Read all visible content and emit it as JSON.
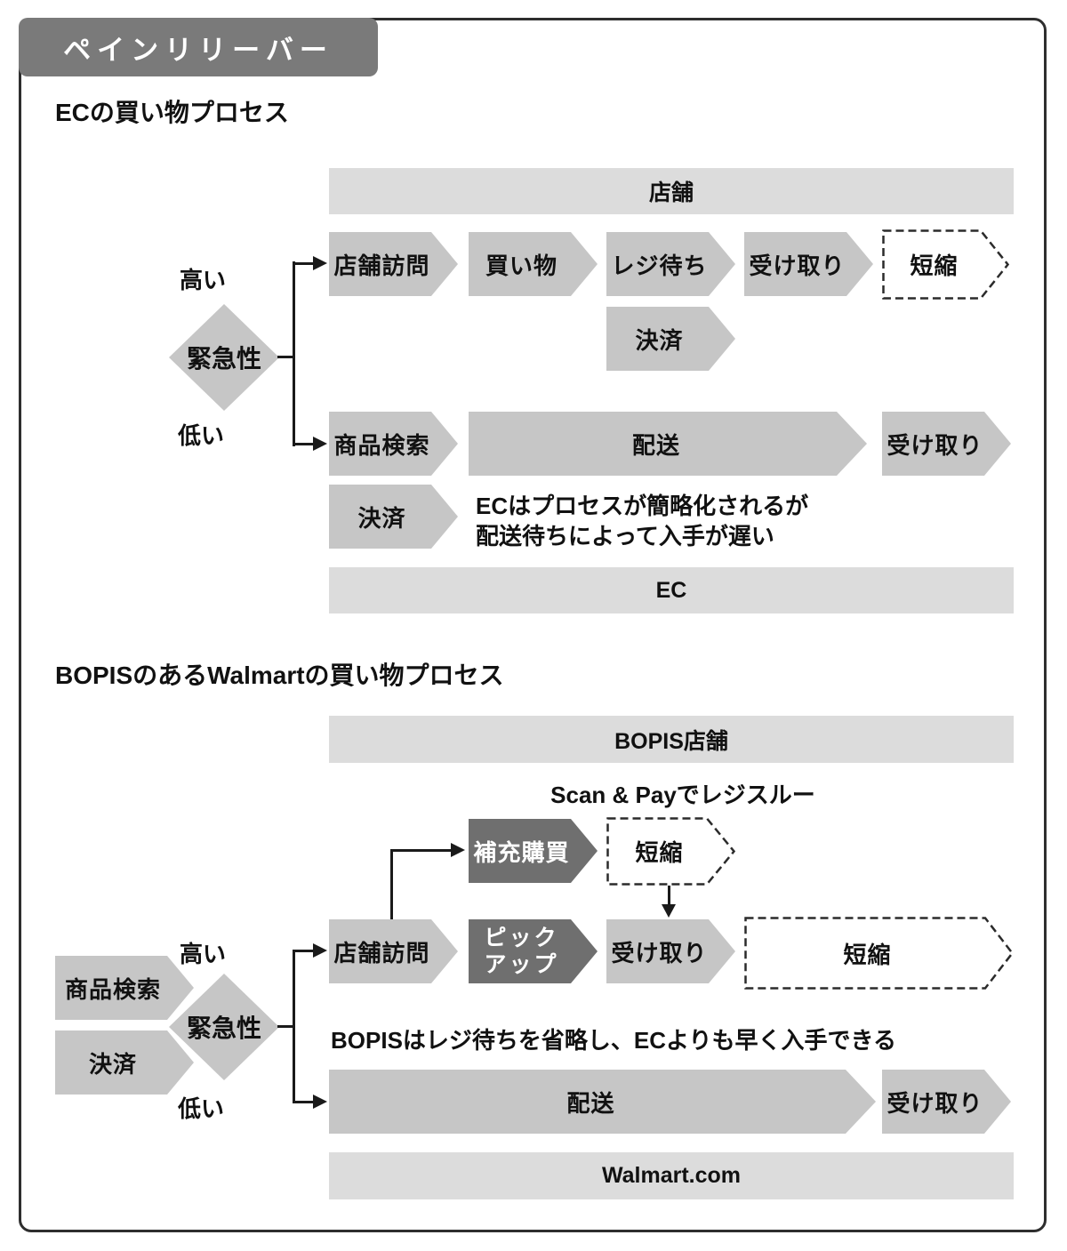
{
  "colors": {
    "frame": "#2e2e2e",
    "tab_bg": "#7a7a7a",
    "tab_text": "#ffffff",
    "chevron_fill": "#c6c6c6",
    "bar_fill": "#dcdcdc",
    "dark_chevron_fill": "#6f6f6f",
    "text": "#111111",
    "line": "#1a1a1a"
  },
  "tab": {
    "label": "ペインリリーバー"
  },
  "ec": {
    "heading": "ECの買い物プロセス",
    "top_bar": "店舗",
    "decision": {
      "label": "緊急性",
      "high": "高い",
      "low": "低い"
    },
    "high_steps": [
      "店舗訪問",
      "買い物",
      "レジ待ち",
      "受け取り"
    ],
    "high_dashed": "短縮",
    "payment_high": "決済",
    "low_steps": [
      "商品検索",
      "配送",
      "受け取り"
    ],
    "payment_low": "決済",
    "note_line1": "ECはプロセスが簡略化されるが",
    "note_line2": "配送待ちによって入手が遅い",
    "bottom_bar": "EC"
  },
  "bopis": {
    "heading": "BOPISのあるWalmartの買い物プロセス",
    "top_bar": "BOPIS店舗",
    "scan_note": "Scan & Payでレジスルー",
    "replenish": "補充購買",
    "replenish_dashed": "短縮",
    "decision": {
      "label": "緊急性",
      "high": "高い",
      "low": "低い"
    },
    "search": "商品検索",
    "payment": "決済",
    "visit": "店舗訪問",
    "pickup_line1": "ピック",
    "pickup_line2": "アップ",
    "receive_high": "受け取り",
    "high_dashed": "短縮",
    "note": "BOPISはレジ待ちを省略し、ECよりも早く入手できる",
    "delivery": "配送",
    "receive_low": "受け取り",
    "bottom_bar": "Walmart.com"
  }
}
